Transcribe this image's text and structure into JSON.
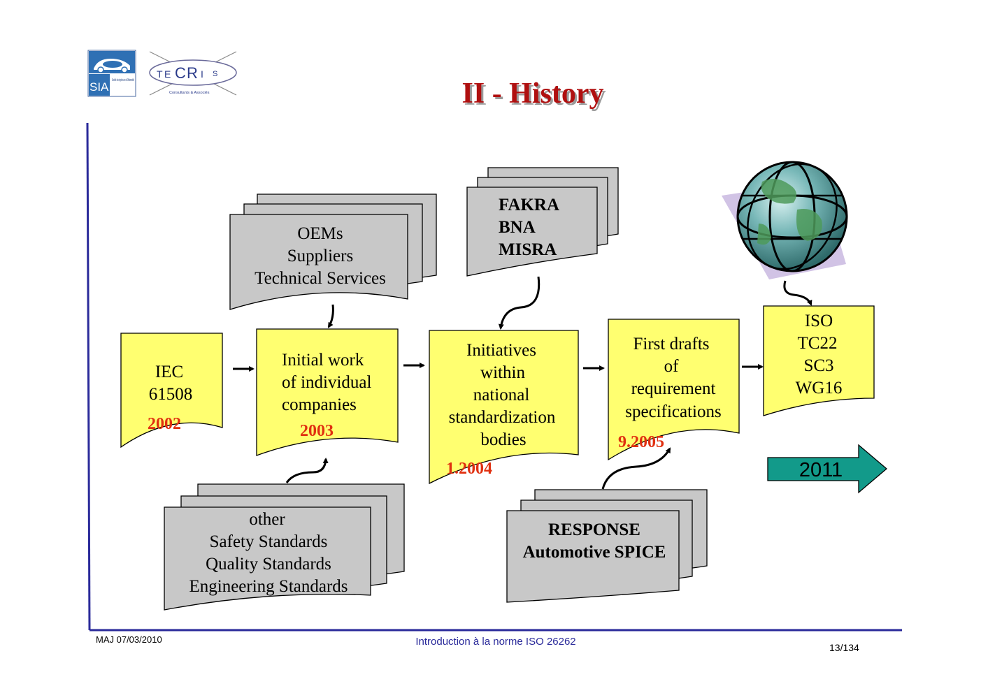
{
  "title": "II - History",
  "logos": {
    "sia": {
      "letters": "SIA",
      "tagline": "Société des ingénieurs de l'Automobile"
    },
    "tecris": {
      "t": "T",
      "e": "E",
      "c": "C",
      "r": "R",
      "i": "I",
      "s": "S",
      "tagline": "Consultants & Associés"
    }
  },
  "colors": {
    "yellow_doc": "#ffff70",
    "grey_doc": "#c8c8c8",
    "year_red": "#e03010",
    "title_red": "#b01010",
    "timeline_arrow": "#129a8a",
    "axis_blue": "#2a2a9a"
  },
  "stages": [
    {
      "id": "iec",
      "lines": [
        "IEC",
        "61508"
      ],
      "year": "2002"
    },
    {
      "id": "initial",
      "lines": [
        "Initial work",
        "of individual",
        "companies"
      ],
      "year": "2003"
    },
    {
      "id": "initiatives",
      "lines": [
        "Initiatives",
        "within",
        "national",
        "standardization",
        "bodies"
      ],
      "year": "1.2004"
    },
    {
      "id": "drafts",
      "lines": [
        "First drafts",
        "of",
        "requirement",
        "specifications"
      ],
      "year": "9.2005"
    },
    {
      "id": "iso",
      "lines": [
        "ISO",
        "TC22",
        "SC3",
        "WG16"
      ]
    }
  ],
  "inputs": [
    {
      "id": "oems",
      "lines": [
        "OEMs",
        "Suppliers",
        "Technical Services"
      ]
    },
    {
      "id": "fakra",
      "lines": [
        "FAKRA",
        "BNA",
        "MISRA"
      ]
    },
    {
      "id": "other",
      "lines": [
        "other",
        "Safety Standards",
        "Quality Standards",
        "Engineering Standards"
      ]
    },
    {
      "id": "response",
      "lines": [
        "RESPONSE",
        "Automotive SPICE"
      ]
    }
  ],
  "timeline_arrow_label": "2011",
  "globe_icon": "globe-icon",
  "footer": {
    "left": "MAJ 07/03/2010",
    "center": "Introduction à la norme ISO 26262",
    "right": "13/134"
  }
}
